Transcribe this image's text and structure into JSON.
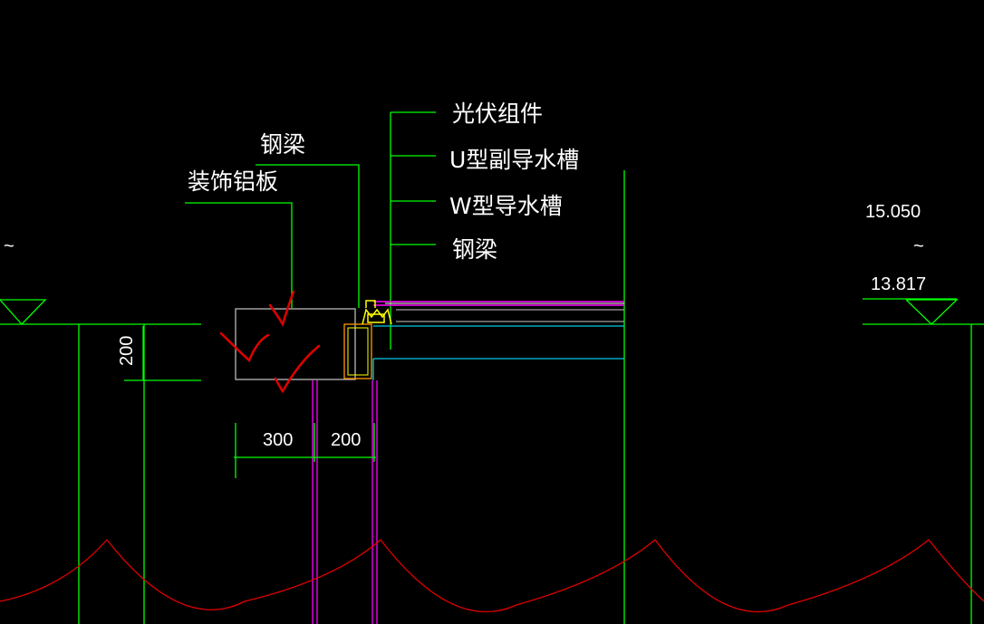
{
  "labels": {
    "pv_module": "光伏组件",
    "u_gutter": "U型副导水槽",
    "w_gutter": "W型导水槽",
    "steel_beam_right": "钢梁",
    "steel_beam_top": "钢梁",
    "decor_panel": "装饰铝板"
  },
  "dimensions": {
    "height_200": "200",
    "width_300": "300",
    "width_200": "200"
  },
  "elevations": {
    "upper": "15.050",
    "lower": "13.817",
    "wave_left": "~",
    "wave_right": "~"
  },
  "colors": {
    "background": "#000000",
    "green": "#00ff00",
    "gray": "#a0a0a0",
    "magenta": "#ff00ff",
    "cyan": "#00c8e8",
    "yellow": "#ffff00",
    "red": "#e00000",
    "orange": "#ff9900",
    "white": "#ffffff"
  }
}
